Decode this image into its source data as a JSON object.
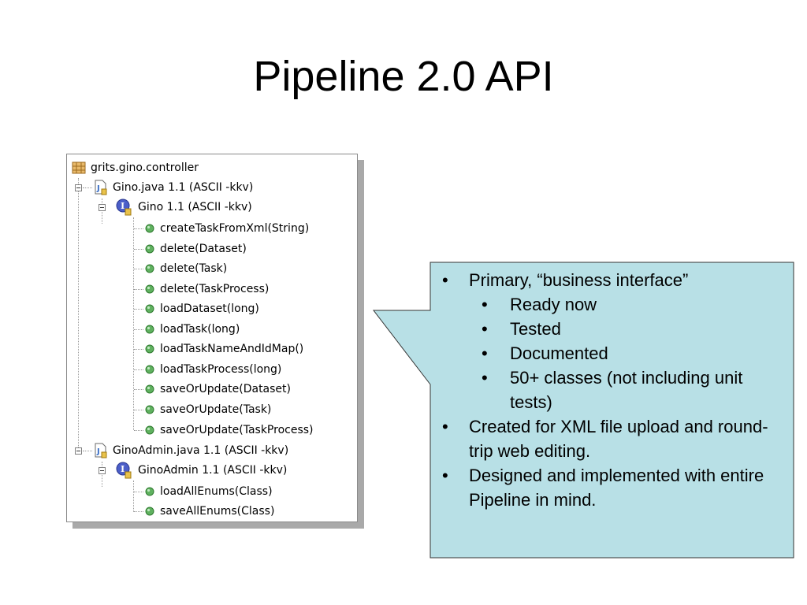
{
  "slide": {
    "title": "Pipeline 2.0 API"
  },
  "tree": {
    "nodes": [
      {
        "label": "grits.gino.controller",
        "icon": "package-icon"
      },
      {
        "label": "Gino.java  1.1  (ASCII -kkv)",
        "icon": "java-file-icon"
      },
      {
        "label": "Gino  1.1  (ASCII -kkv)",
        "icon": "interface-icon"
      },
      {
        "label": "createTaskFromXml(String)",
        "icon": "public-method-icon"
      },
      {
        "label": "delete(Dataset)",
        "icon": "public-method-icon"
      },
      {
        "label": "delete(Task)",
        "icon": "public-method-icon"
      },
      {
        "label": "delete(TaskProcess)",
        "icon": "public-method-icon"
      },
      {
        "label": "loadDataset(long)",
        "icon": "public-method-icon"
      },
      {
        "label": "loadTask(long)",
        "icon": "public-method-icon"
      },
      {
        "label": "loadTaskNameAndIdMap()",
        "icon": "public-method-icon"
      },
      {
        "label": "loadTaskProcess(long)",
        "icon": "public-method-icon"
      },
      {
        "label": "saveOrUpdate(Dataset)",
        "icon": "public-method-icon"
      },
      {
        "label": "saveOrUpdate(Task)",
        "icon": "public-method-icon"
      },
      {
        "label": "saveOrUpdate(TaskProcess)",
        "icon": "public-method-icon"
      },
      {
        "label": "GinoAdmin.java  1.1  (ASCII -kkv)",
        "icon": "java-file-icon"
      },
      {
        "label": "GinoAdmin  1.1  (ASCII -kkv)",
        "icon": "interface-icon"
      },
      {
        "label": "loadAllEnums(Class)",
        "icon": "public-method-icon"
      },
      {
        "label": "saveAllEnums(Class)",
        "icon": "public-method-icon"
      }
    ]
  },
  "callout": {
    "bullet_char": "•",
    "items": [
      {
        "text": "Primary, “business interface”",
        "sub": [
          "Ready now",
          "Tested",
          "Documented",
          "50+ classes (not including unit tests)"
        ]
      },
      {
        "text": "Created for XML file upload and round-trip web editing."
      },
      {
        "text": "Designed and implemented with entire Pipeline in mind."
      }
    ],
    "colors": {
      "fill": "#b8e0e6",
      "stroke": "#333333"
    }
  }
}
